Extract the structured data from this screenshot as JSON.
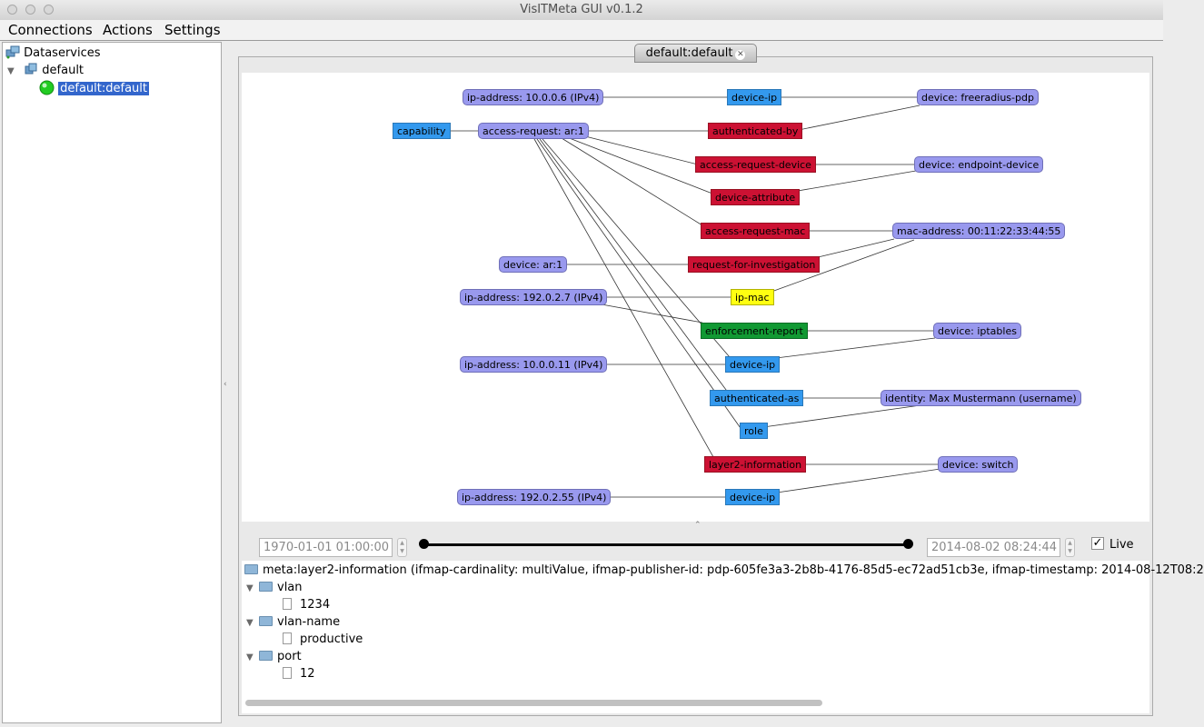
{
  "window": {
    "title": "VisITMeta GUI v0.1.2"
  },
  "menu": [
    "Connections",
    "Actions",
    "Settings"
  ],
  "tree": {
    "root": "Dataservices",
    "child": "default",
    "connection": "default:default"
  },
  "tab": {
    "label": "default:default",
    "close_glyph": "✕"
  },
  "graph": {
    "nodes": {
      "ip1": "ip-address: 10.0.0.6 (IPv4)",
      "devip1": "device-ip",
      "frpdp": "device: freeradius-pdp",
      "capability": "capability",
      "ar": "access-request: ar:1",
      "authby": "authenticated-by",
      "ard": "access-request-device",
      "endpoint": "device: endpoint-device",
      "devattr": "device-attribute",
      "armac": "access-request-mac",
      "mac": "mac-address: 00:11:22:33:44:55",
      "devar1": "device: ar:1",
      "rfi": "request-for-investigation",
      "ip2": "ip-address: 192.0.2.7 (IPv4)",
      "ipmac": "ip-mac",
      "enf": "enforcement-report",
      "iptables": "device: iptables",
      "ip3": "ip-address: 10.0.0.11 (IPv4)",
      "devip2": "device-ip",
      "authas": "authenticated-as",
      "identity": "identity: Max Mustermann (username)",
      "role": "role",
      "l2": "layer2-information",
      "switch": "device: switch",
      "ip4": "ip-address: 192.0.2.55 (IPv4)",
      "devip3": "device-ip"
    },
    "colors": {
      "identifier": "#9999ee",
      "blue_meta": "#3399ee",
      "red_meta": "#cc1133",
      "green_meta": "#119933",
      "yellow_meta": "#ffff11"
    }
  },
  "timeline": {
    "start": "1970-01-01 01:00:00",
    "end": "2014-08-02 08:24:44",
    "live_label": "Live",
    "live_checked": true
  },
  "details": {
    "header": "meta:layer2-information (ifmap-cardinality: multiValue, ifmap-publisher-id: pdp-605fe3a3-2b8b-4176-85d5-ec72ad51cb3e, ifmap-timestamp: 2014-08-12T08:2",
    "vlan": "vlan",
    "vlan_value": "1234",
    "vlan_name": "vlan-name",
    "vlan_name_value": "productive",
    "port": "port",
    "port_value": "12"
  }
}
